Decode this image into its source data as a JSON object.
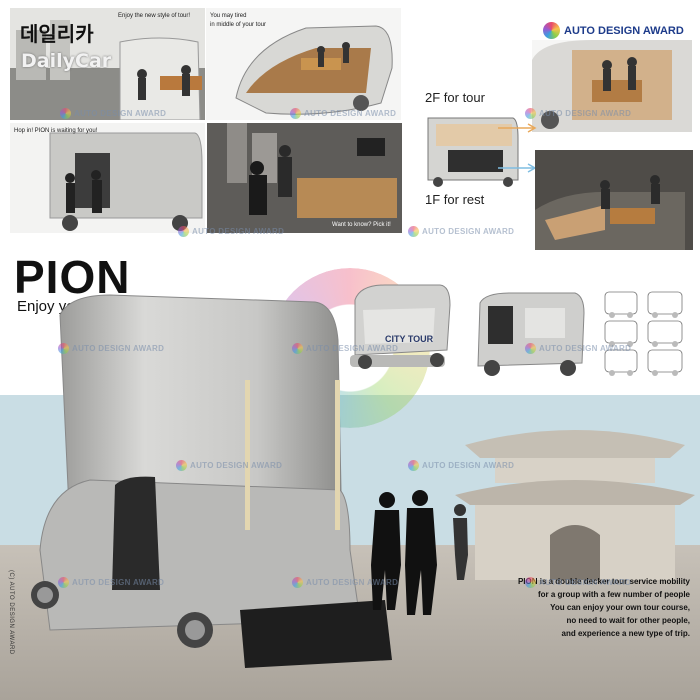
{
  "logo": {
    "korean": "데일리카",
    "english": "DailyCar"
  },
  "award_logo": {
    "text": "AUTO DESIGN AWARD"
  },
  "panels": {
    "p1_caption": "Enjoy the new style of tour!",
    "p2_caption_line1": "You may tired",
    "p2_caption_line2": "in middle of your tour",
    "p3_caption": "Hop in! PION is waiting for you!",
    "p4_caption": "Want to know? Pick it!"
  },
  "floors": {
    "upper": "2F for tour",
    "lower": "1F for rest"
  },
  "hero": {
    "title": "PION",
    "subtitle": "Enjoy your own tour"
  },
  "bus_label": "CITY TOUR",
  "description": {
    "line1": "PION  is a double decker tour service mobility",
    "line2": "for a group with a few number of people",
    "line3": "You can enjoy your own tour course,",
    "line4": "no need to wait for other people,",
    "line5": "and experience a new type of trip."
  },
  "side_text": "(C) AUTO DESIGN AWARD",
  "watermark": "AUTO DESIGN AWARD",
  "colors": {
    "award_blue": "#1d3b8a",
    "sky": "#c9dde4",
    "ground": "#bcb6ad",
    "bus_body": "#cfcfcd"
  }
}
